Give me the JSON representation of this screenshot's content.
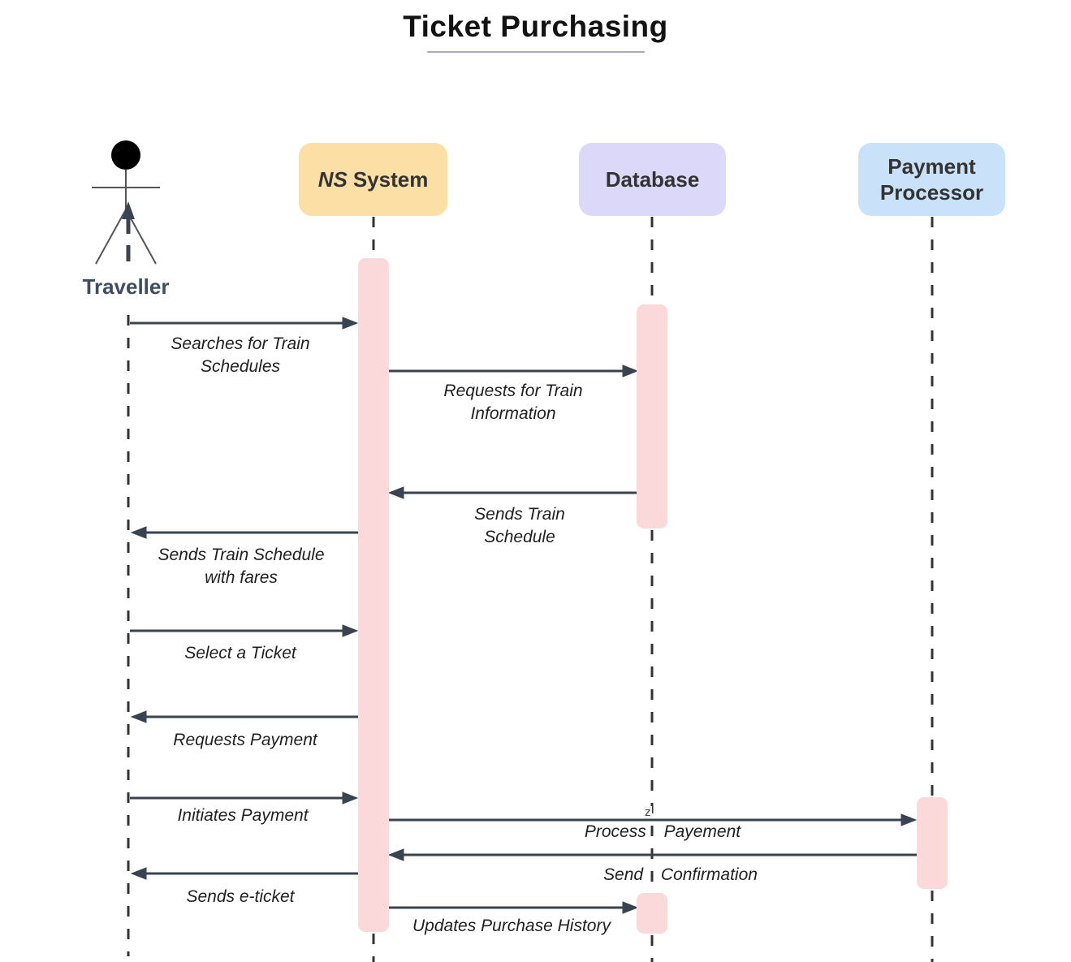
{
  "title": "Ticket Purchasing",
  "actor": {
    "name": "Traveller"
  },
  "participants": [
    {
      "name_italic": "NS",
      "name_rest": "System",
      "full_name": "NS System",
      "fill": "#fcdfa5"
    },
    {
      "full_name": "Database",
      "fill": "#dbd8f9"
    },
    {
      "full_name": "Payment Processor",
      "fill": "#c9e2f9"
    }
  ],
  "messages": [
    {
      "label": "Searches for Train Schedules",
      "from": "Traveller",
      "to": "NS System"
    },
    {
      "label": "Requests for Train Information",
      "from": "NS System",
      "to": "Database"
    },
    {
      "label": "Sends Train Schedule",
      "from": "Database",
      "to": "NS System"
    },
    {
      "label": "Sends Train Schedule with fares",
      "from": "NS System",
      "to": "Traveller"
    },
    {
      "label": "Select a Ticket",
      "from": "Traveller",
      "to": "NS System"
    },
    {
      "label": "Requests Payment",
      "from": "NS System",
      "to": "Traveller"
    },
    {
      "label": "Initiates Payment",
      "from": "Traveller",
      "to": "NS System"
    },
    {
      "label": "Process Payement",
      "from": "NS System",
      "to": "Payment Processor"
    },
    {
      "label": "Send Confirmation",
      "from": "Payment Processor",
      "to": "NS System"
    },
    {
      "label": "Sends e-ticket",
      "from": "NS System",
      "to": "Traveller"
    },
    {
      "label": "Updates Purchase History",
      "from": "NS System",
      "to": "Database"
    }
  ],
  "stray_char": "z",
  "colors": {
    "activation_fill": "#fbd9db",
    "lifeline": "#333333",
    "arrow": "#3a4450",
    "ns_system_fill": "#fcdfa5",
    "database_fill": "#dbd8f9",
    "payment_processor_fill": "#c9e2f9",
    "actor_head_fill": "#000000",
    "traveller_label_color": "#3f4d61",
    "title_color": "#121212",
    "title_underline_color": "#a9aabb"
  }
}
